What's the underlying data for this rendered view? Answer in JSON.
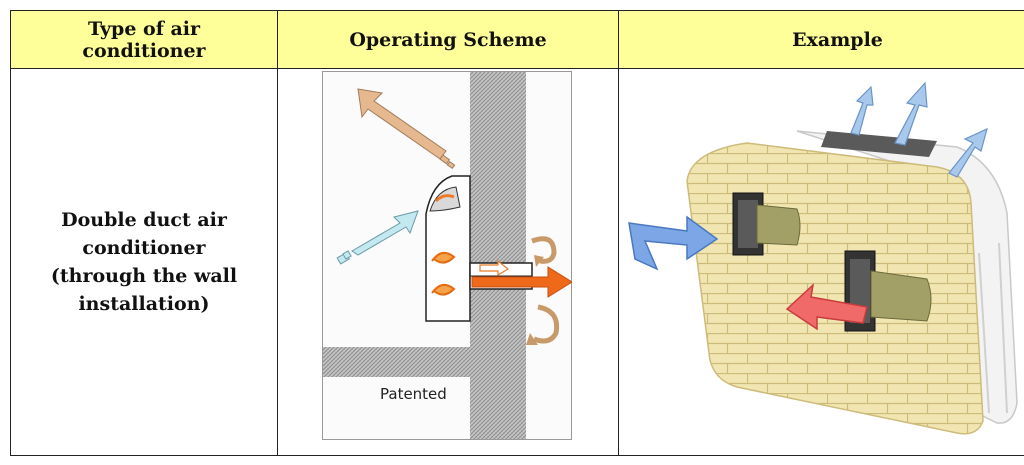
{
  "table": {
    "headers": {
      "type": "Type of air conditioner",
      "scheme": "Operating Scheme",
      "example": "Example"
    },
    "rows": [
      {
        "type_line1": "Double duct air",
        "type_line2": "conditioner",
        "type_line3": "(through the wall",
        "type_line4": "installation)",
        "scheme_label": "Patented"
      }
    ]
  },
  "colors": {
    "header_bg": "#ffff99",
    "border": "#222222",
    "hot_air": "#ee7a26",
    "exhaust_air": "#e6b88f",
    "intake_air": "#bfe6ee",
    "wall_pattern": "#a9a9a9"
  }
}
